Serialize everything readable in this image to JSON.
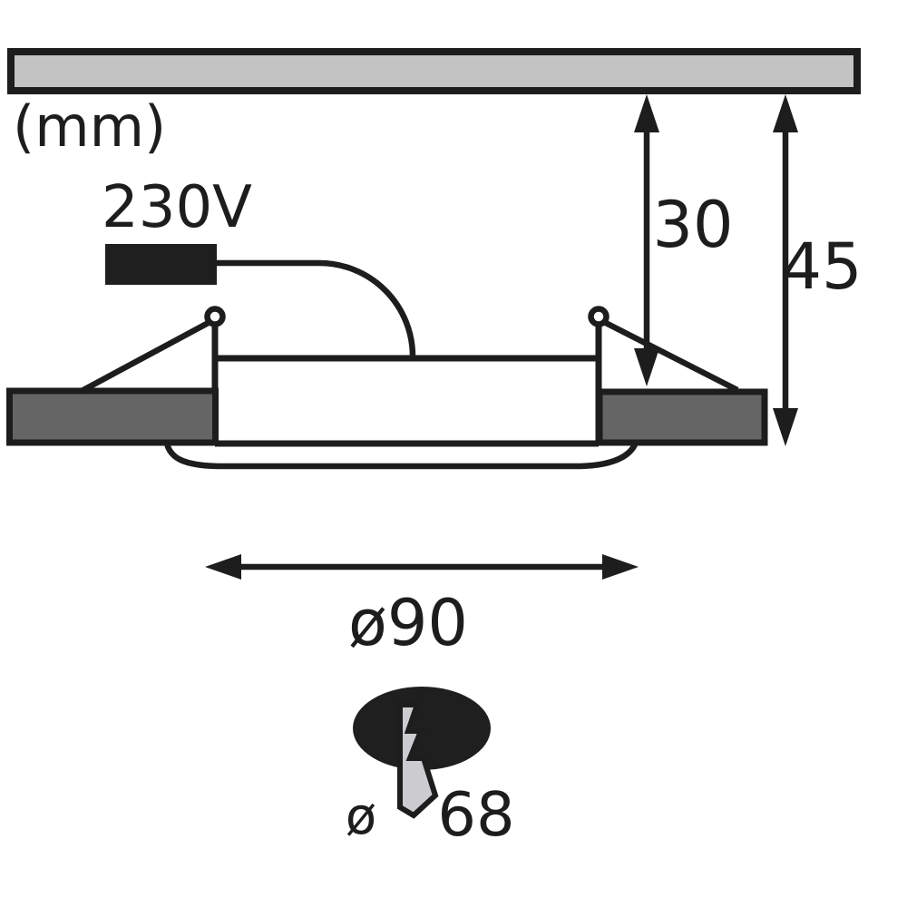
{
  "diagram": {
    "labels": {
      "unit": "(mm)",
      "voltage": "230V",
      "recess_depth": "30",
      "total_height": "45",
      "trim_diameter": "ø90",
      "cutout_diameter_symbol": "ø",
      "cutout_diameter_value": "68"
    },
    "colors": {
      "line": "#1d1d1d",
      "ceiling_fill": "#c3c3c3",
      "flange_fill": "#656565",
      "connector_fill": "#1f1f1f",
      "cutout_fill": "#1f1f1f",
      "bolt_fill": "#cbcbd0",
      "background": "#ffffff"
    }
  }
}
